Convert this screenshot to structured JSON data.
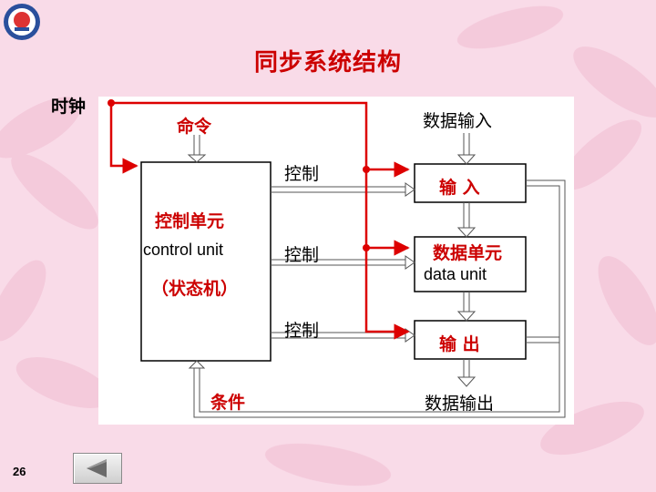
{
  "title": "同步系统结构",
  "labels": {
    "clock": "时钟",
    "command": "命令",
    "data_input": "数据输入",
    "control_1": "控制",
    "control_2": "控制",
    "control_3": "控制",
    "control_unit_cn": "控制单元",
    "control_unit_en": "control unit",
    "state_machine": "（状态机）",
    "input_box": "输 入",
    "data_unit_cn": "数据单元",
    "data_unit_en": "data unit",
    "output_box": "输 出",
    "condition": "条件",
    "data_output": "数据输出"
  },
  "page_number": "26",
  "colors": {
    "signal_red": "#dd0000",
    "title_red": "#cc0000",
    "background": "#f9dbe8"
  },
  "icons": {
    "logo": "university-emblem-icon",
    "back": "back-arrow-icon"
  }
}
